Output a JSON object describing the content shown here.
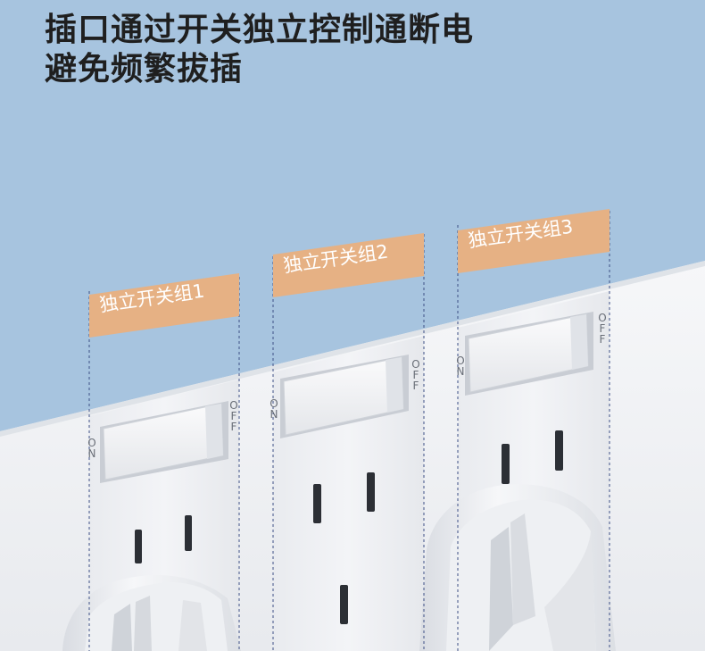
{
  "headline": {
    "line1": "插口通过开关独立控制通断电",
    "line2": "避免频繁拔插"
  },
  "switch_groups": [
    {
      "label": "独立开关组1",
      "on_text": "ON",
      "off_text": "OFF"
    },
    {
      "label": "独立开关组2",
      "on_text": "ON",
      "off_text": "OFF"
    },
    {
      "label": "独立开关组3",
      "on_text": "ON",
      "off_text": "OFF"
    }
  ],
  "colors": {
    "background": "#a7c4df",
    "wall": "#f4f5f7",
    "label_badge": "#e6b184",
    "guide_line": "#3d4f86"
  }
}
